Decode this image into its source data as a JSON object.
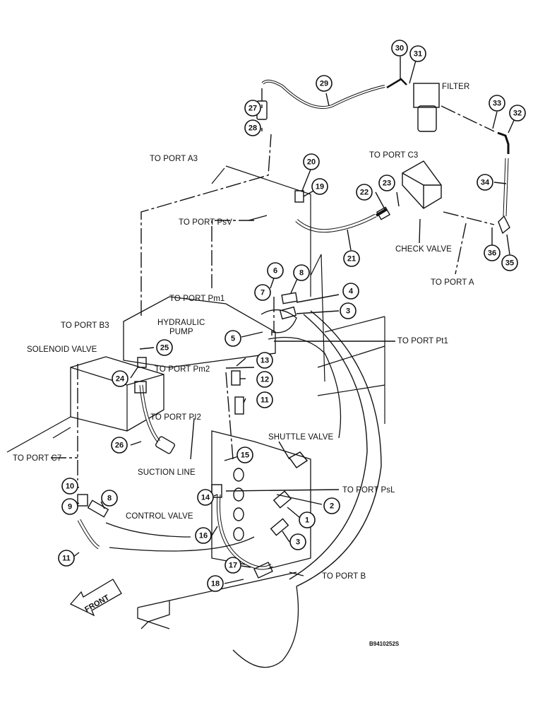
{
  "labels": {
    "filter": "FILTER",
    "to_port_a3": "TO PORT A3",
    "to_port_c3": "TO PORT C3",
    "to_port_psv": "TO PORT PsV",
    "check_valve": "CHECK VALVE",
    "to_port_a": "TO PORT A",
    "to_port_pm1": "TO PORT Pm1",
    "hydraulic_pump": "HYDRAULIC",
    "hydraulic_pump_2": "PUMP",
    "to_port_b3": "TO PORT B3",
    "to_port_pt1": "TO PORT Pt1",
    "solenoid_valve": "SOLENOID VALVE",
    "to_port_pm2": "TO PORT Pm2",
    "to_port_pi2": "TO PORT PI2",
    "to_port_c7": "TO PORT C7",
    "shuttle_valve": "SHUTTLE VALVE",
    "suction_line": "SUCTION LINE",
    "to_port_psl": "TO PORT PsL",
    "control_valve": "CONTROL VALVE",
    "to_port_b": "TO PORT B",
    "front": "FRONT",
    "drawing_code": "B9410252S"
  },
  "callouts": [
    "30",
    "31",
    "29",
    "27",
    "28",
    "33",
    "32",
    "20",
    "19",
    "22",
    "23",
    "34",
    "21",
    "36",
    "35",
    "6",
    "8",
    "7",
    "4",
    "3",
    "5",
    "25",
    "24",
    "13",
    "12",
    "11",
    "26",
    "15",
    "10",
    "9",
    "8",
    "14",
    "2",
    "1",
    "16",
    "3",
    "11",
    "17",
    "18"
  ],
  "colors": {
    "ink": "#111111",
    "paper": "#ffffff"
  }
}
